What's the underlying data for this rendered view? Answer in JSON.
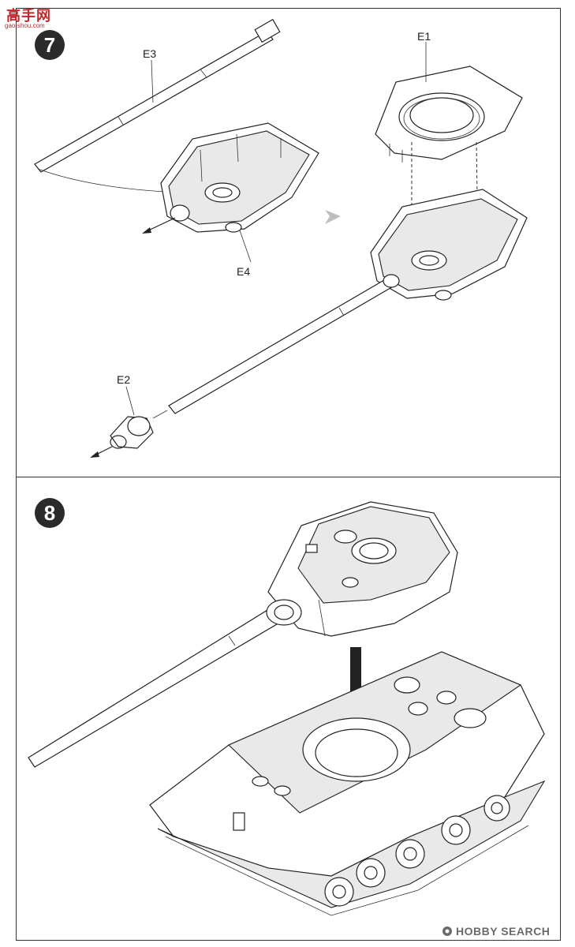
{
  "watermark_top": {
    "title": "高手网",
    "subtitle": "gao-shou.com"
  },
  "watermark_bottom": {
    "text": "HOBBY SEARCH"
  },
  "steps": [
    {
      "number": "7",
      "parts": [
        "E3",
        "E1",
        "E4",
        "E2"
      ]
    },
    {
      "number": "8"
    }
  ],
  "icons": {
    "assembly_arrow": "triangle-arrow-icon",
    "turret": "turret-icon",
    "tank": "tank-hull-icon"
  }
}
